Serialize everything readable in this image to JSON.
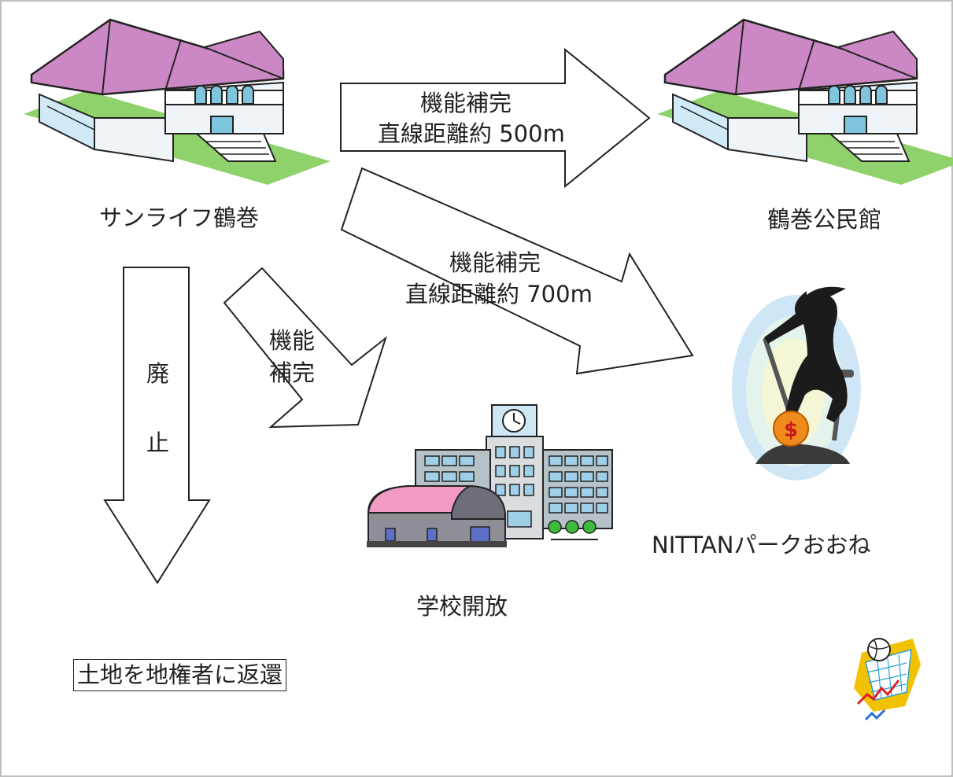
{
  "nodes": {
    "source": "サンライフ鶴巻",
    "community_center": "鶴巻公民館",
    "park": "NITTANパークおおね",
    "school": "学校開放",
    "land_return": "土地を地権者に返還"
  },
  "arrows": {
    "to_community_center": {
      "line1": "機能補完",
      "line2": "直線距離約 500m"
    },
    "to_park": {
      "line1": "機能補完",
      "line2": "直線距離約 700m"
    },
    "to_school": {
      "line1": "機能",
      "line2": "補完"
    },
    "abolish": {
      "char1": "廃",
      "char2": "止"
    }
  },
  "colors": {
    "roof": "#cc88c4",
    "grass": "#8fd16b",
    "wall": "#e8f2f8",
    "school_roof": "#f19ac2"
  }
}
